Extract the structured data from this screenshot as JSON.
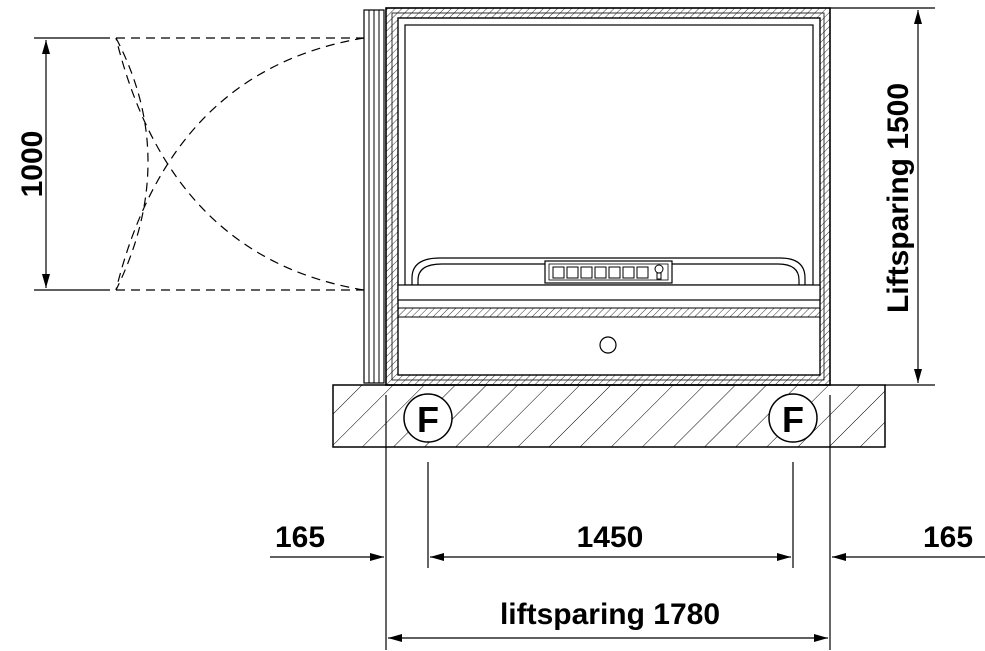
{
  "drawing": {
    "door_opening_dimension": "1000",
    "shaft_height_dimension": "Liftsparing 1500",
    "left_clearance_dimension": "165",
    "center_span_dimension": "1450",
    "right_clearance_dimension": "165",
    "total_width_dimension": "liftsparing 1780",
    "fixing_point_left_label": "F",
    "fixing_point_right_label": "F"
  },
  "colors": {
    "line": "#000000",
    "background": "#ffffff"
  }
}
